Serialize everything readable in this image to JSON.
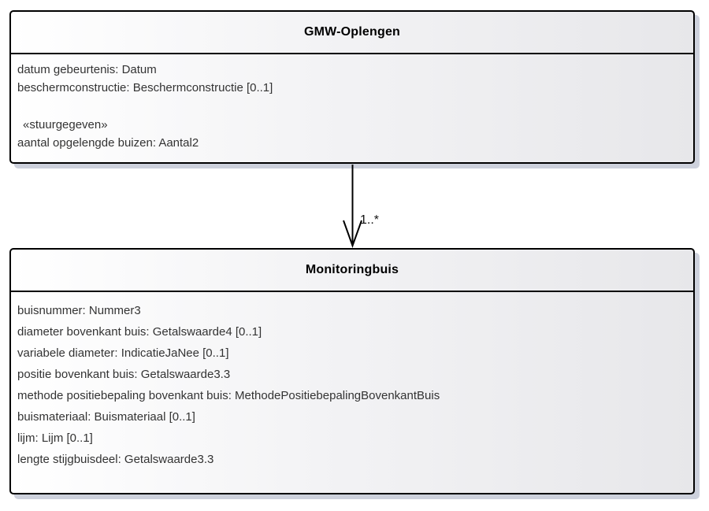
{
  "diagram": {
    "source_class": {
      "title": "GMW-Oplengen",
      "attributes": [
        "datum gebeurtenis: Datum",
        "beschermconstructie: Beschermconstructie [0..1]"
      ],
      "stereotype": "«stuurgegeven»",
      "stereotype_attributes": [
        "aantal opgelengde buizen: Aantal2"
      ]
    },
    "target_class": {
      "title": "Monitoringbuis",
      "attributes": [
        "buisnummer: Nummer3",
        "diameter bovenkant buis: Getalswaarde4 [0..1]",
        "variabele diameter: IndicatieJaNee [0..1]",
        "positie bovenkant buis: Getalswaarde3.3",
        "methode positiebepaling bovenkant buis: MethodePositiebepalingBovenkantBuis",
        "buismateriaal: Buismateriaal [0..1]",
        "lijm: Lijm [0..1]",
        "lengte stijgbuisdeel: Getalswaarde3.3"
      ]
    },
    "association": {
      "multiplicity": "1..*"
    }
  },
  "colors": {
    "border": "#000000",
    "titleText": "#000000",
    "attrText": "#333333",
    "fillLeft": "#ffffff",
    "fillRight": "#e7e7ea",
    "shadow": "#cdd1dc",
    "canvasBg": "#ffffff"
  }
}
